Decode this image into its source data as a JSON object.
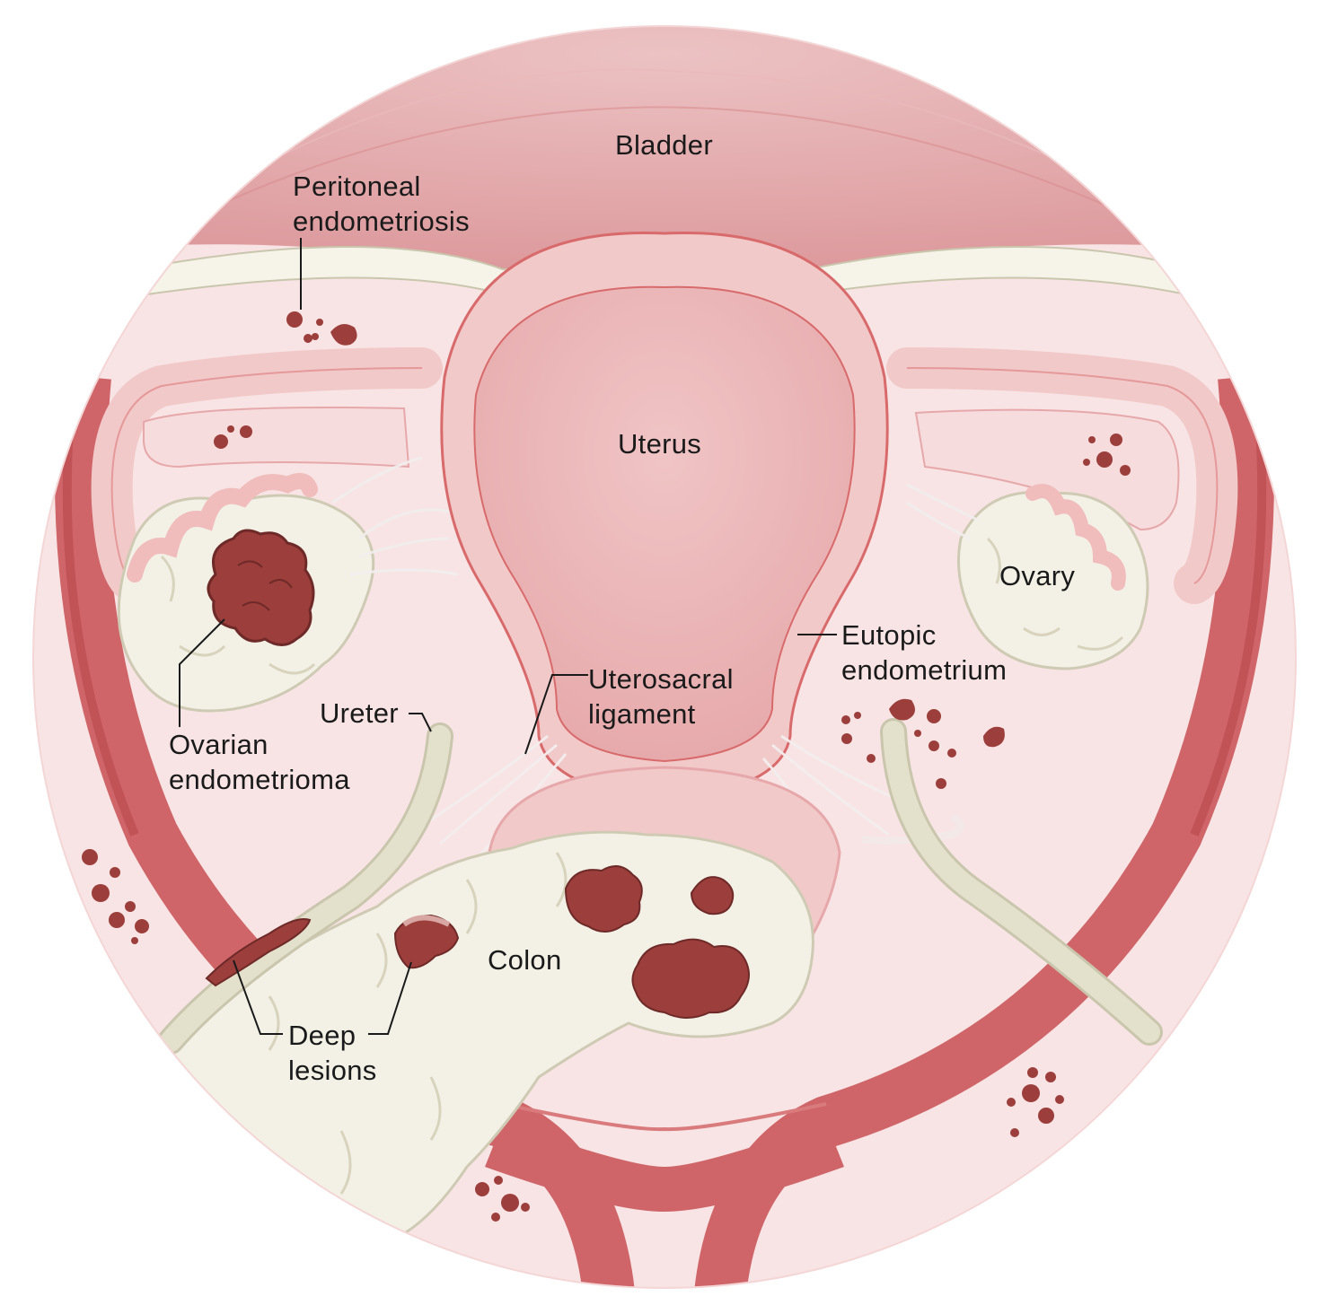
{
  "labels": {
    "bladder": "Bladder",
    "peritoneal_1": "Peritoneal",
    "peritoneal_2": "endometriosis",
    "uterus": "Uterus",
    "ovary": "Ovary",
    "eutopic_1": "Eutopic",
    "eutopic_2": "endometrium",
    "uterosacral_1": "Uterosacral",
    "uterosacral_2": "ligament",
    "ureter": "Ureter",
    "ovarian_1": "Ovarian",
    "ovarian_2": "endometrioma",
    "colon": "Colon",
    "deep_1": "Deep",
    "deep_2": "lesions"
  },
  "colors": {
    "pelvis_bg": "#f7e3e3",
    "bladder": "#e6aaad",
    "uterus_wall": "#f2c9c9",
    "uterus_cavity": "#e9b1b3",
    "vessel": "#cf6568",
    "vessel_dark": "#b8484c",
    "ovary": "#f3f1e6",
    "lesion": "#9c3e3b",
    "ureter": "#dcdcc8",
    "outline": "#d86a6c"
  }
}
